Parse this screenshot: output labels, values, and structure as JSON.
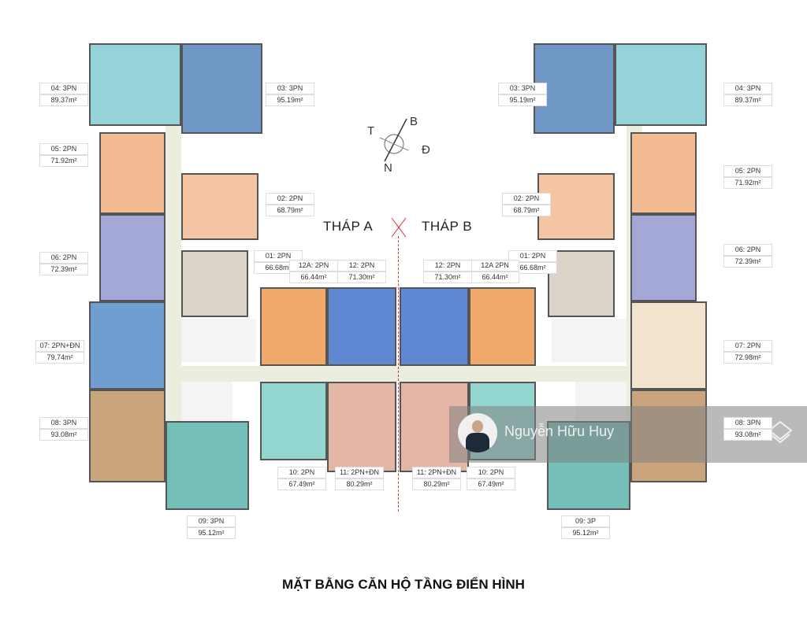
{
  "title": "MẶT BẰNG CĂN HỘ TẦNG ĐIỂN HÌNH",
  "towers": {
    "a": "THÁP A",
    "b": "THÁP B"
  },
  "compass": {
    "t": "T",
    "b": "B",
    "n": "N",
    "d": "Đ"
  },
  "watermark": {
    "name": "Nguyễn Hữu Huy",
    "logo_icon": "stacked-layers-logo-icon",
    "avatar": "person-avatar"
  },
  "colors": {
    "cyan": "#93d3d9",
    "blue": "#6f98c6",
    "orange": "#f3bb91",
    "light_orange": "#f4c5a2",
    "purple": "#a4a8d6",
    "beige": "#ddd4c9",
    "blue2": "#6e9fd0",
    "tan": "#c9a47c",
    "teal": "#74bfb8",
    "orange_deep": "#f1a96b",
    "blue_deep": "#6088d2",
    "teal_light": "#92d6cf",
    "pink": "#e3b6a6",
    "cream": "#f2e3cc"
  },
  "tower_a_units": [
    {
      "name": "04: 3PN",
      "area": "89.37m²"
    },
    {
      "name": "03: 3PN",
      "area": "95.19m²"
    },
    {
      "name": "05: 2PN",
      "area": "71.92m²"
    },
    {
      "name": "02: 2PN",
      "area": "68.79m²"
    },
    {
      "name": "06: 2PN",
      "area": "72.39m²"
    },
    {
      "name": "01: 2PN",
      "area": "66.68m²"
    },
    {
      "name": "12A: 2PN",
      "area": "66.44m²"
    },
    {
      "name": "12: 2PN",
      "area": "71.30m²"
    },
    {
      "name": "07: 2PN+ĐN",
      "area": "79.74m²"
    },
    {
      "name": "08: 3PN",
      "area": "93.08m²"
    },
    {
      "name": "09: 3PN",
      "area": "95.12m²"
    },
    {
      "name": "10: 2PN",
      "area": "67.49m²"
    },
    {
      "name": "11: 2PN+ĐN",
      "area": "80.29m²"
    }
  ],
  "tower_b_units": [
    {
      "name": "03: 3PN",
      "area": "95.19m²"
    },
    {
      "name": "04: 3PN",
      "area": "89.37m²"
    },
    {
      "name": "05: 2PN",
      "area": "71.92m²"
    },
    {
      "name": "02: 2PN",
      "area": "68.79m²"
    },
    {
      "name": "06: 2PN",
      "area": "72.39m²"
    },
    {
      "name": "01: 2PN",
      "area": "66.68m²"
    },
    {
      "name": "12A 2PN",
      "area": "66.44m²"
    },
    {
      "name": "12: 2PN",
      "area": "71.30m²"
    },
    {
      "name": "07: 2PN",
      "area": "72.98m²"
    },
    {
      "name": "08: 3PN",
      "area": "93.08m²"
    },
    {
      "name": "09: 3P",
      "area": "95.12m²"
    },
    {
      "name": "10: 2PN",
      "area": "67.49m²"
    },
    {
      "name": "11: 2PN+ĐN",
      "area": "80.29m²"
    }
  ]
}
